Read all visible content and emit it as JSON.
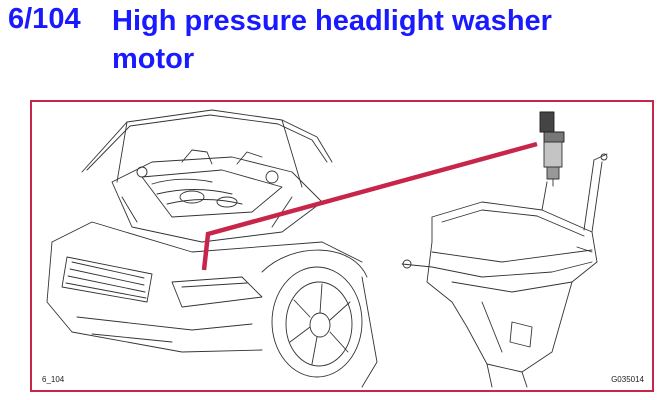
{
  "header": {
    "section_number": "6/104",
    "title": "High pressure headlight washer motor"
  },
  "figure": {
    "left_caption": "6_104",
    "right_caption": "G035014",
    "frame_color": "#c8254b",
    "leader_color": "#c8254b",
    "title_color": "#1a1aff"
  }
}
